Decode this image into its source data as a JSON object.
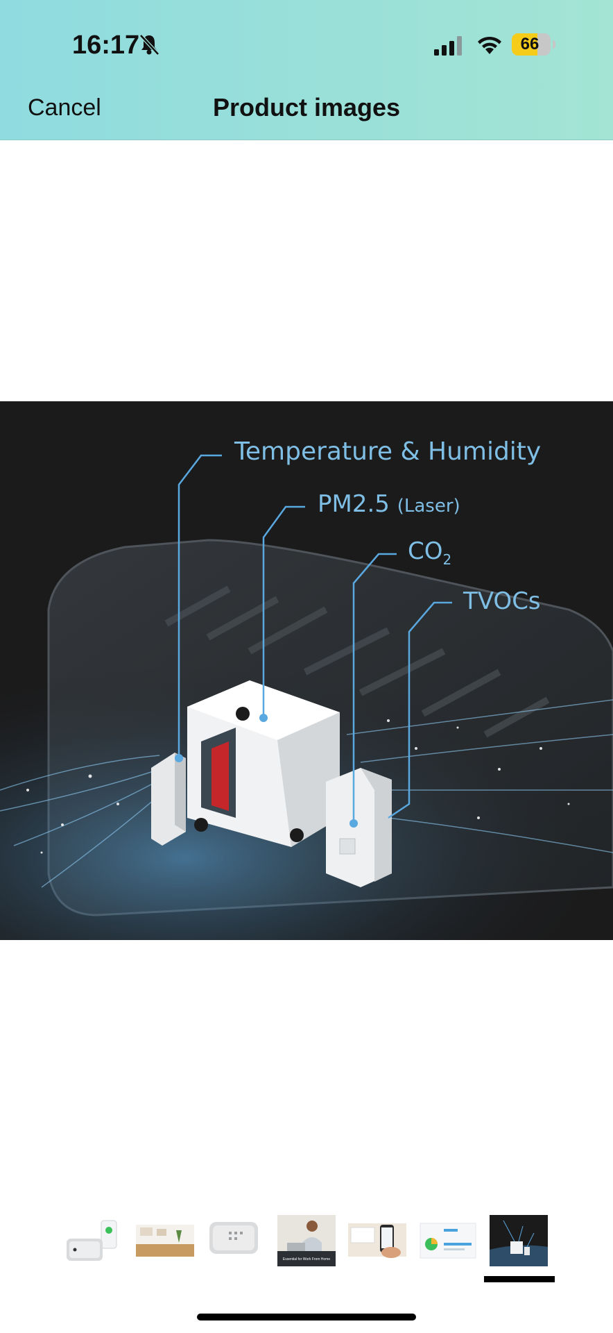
{
  "status_bar": {
    "time": "16:17",
    "battery": "66",
    "battery_level": 0.66,
    "icons": [
      "bell-slash-icon",
      "cellular-signal-icon",
      "wifi-icon",
      "battery-icon"
    ],
    "battery_color": "#f6cc1b"
  },
  "header": {
    "cancel_label": "Cancel",
    "title": "Product images",
    "background_colors": [
      "#8fdbdf",
      "#a3e4d4"
    ]
  },
  "main_image": {
    "labels": {
      "temperature_humidity": "Temperature & Humidity",
      "pm25": "PM2.5",
      "pm25_note": "(Laser)",
      "co2_base": "CO",
      "co2_sub": "2",
      "tvocs": "TVOCs"
    },
    "accent_color": "#7fbfe6"
  },
  "thumbnails": {
    "count": 7,
    "selected_index": 6,
    "items": [
      {
        "name": "thumb-device-app"
      },
      {
        "name": "thumb-room-shelf"
      },
      {
        "name": "thumb-device-front"
      },
      {
        "name": "thumb-work-from-home",
        "caption": "Essential for Work From Home"
      },
      {
        "name": "thumb-phone-hand"
      },
      {
        "name": "thumb-app-dashboard"
      },
      {
        "name": "thumb-sensors"
      }
    ]
  }
}
